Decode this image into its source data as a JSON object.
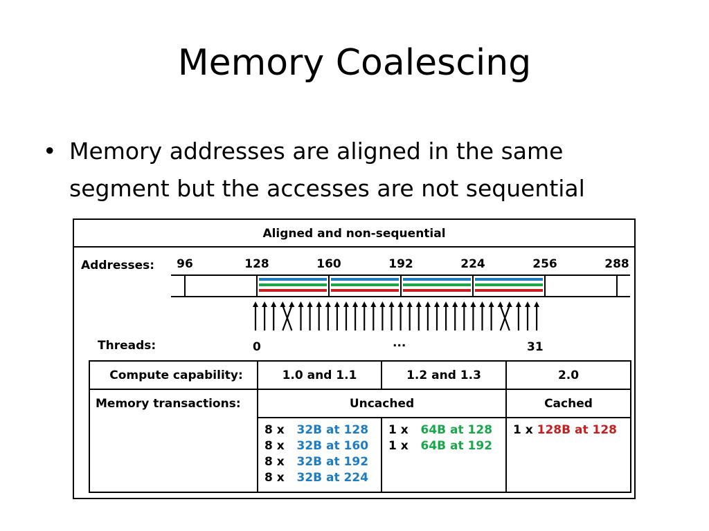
{
  "slide": {
    "title": "Memory Coalescing",
    "bullet_marker": "•",
    "bullet": "Memory addresses are aligned in the same segment but the accesses are not sequential"
  },
  "figure": {
    "title": "Aligned and non-sequential",
    "addresses_label": "Addresses:",
    "addresses": [
      "96",
      "128",
      "160",
      "192",
      "224",
      "256",
      "288"
    ],
    "threads_label": "Threads:",
    "thread_first": "0",
    "thread_ellipsis": "...",
    "thread_last": "31",
    "series_colors": [
      "#1e7cc3",
      "#1aa64a",
      "#c81e1e"
    ],
    "table": {
      "compute_label": "Compute capability:",
      "compute_cols": [
        "1.0 and 1.1",
        "1.2 and 1.3",
        "2.0"
      ],
      "mem_label": "Memory transactions:",
      "uncached": "Uncached",
      "cached": "Cached",
      "col1": [
        {
          "count": "8 x",
          "desc": "32B at 128"
        },
        {
          "count": "8 x",
          "desc": "32B at 160"
        },
        {
          "count": "8 x",
          "desc": "32B at 192"
        },
        {
          "count": "8 x",
          "desc": "32B at 224"
        }
      ],
      "col2": [
        {
          "count": "1 x",
          "desc": "64B at 128"
        },
        {
          "count": "1 x",
          "desc": "64B at 192"
        }
      ],
      "col3": [
        {
          "count": "1 x",
          "desc": "128B at 128"
        }
      ]
    }
  }
}
